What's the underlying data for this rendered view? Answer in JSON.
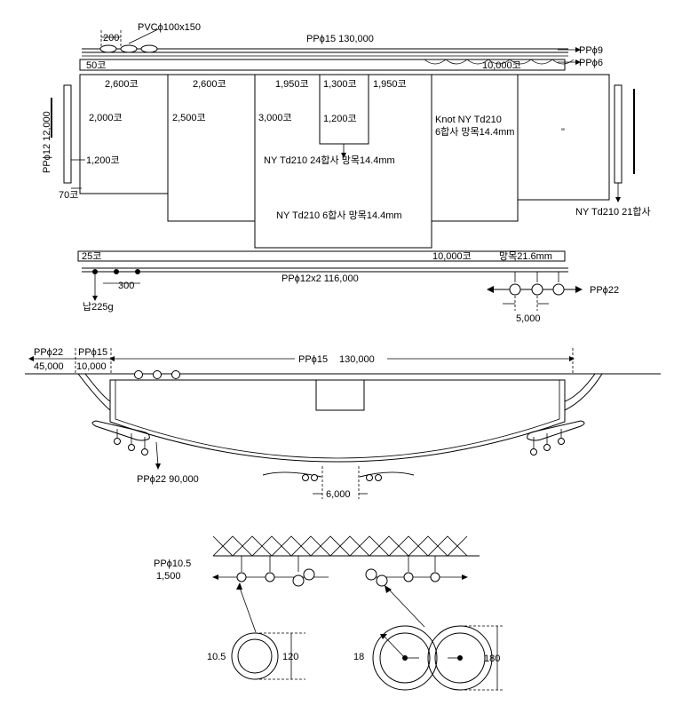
{
  "plan": {
    "float_label": "PVCϕ100x150",
    "float_spacing": "200",
    "headline_label": "PPϕ15   130,000",
    "rope_top": "PPϕ9",
    "rope_bottom": "PPϕ6",
    "selvedge_left": "50코",
    "selvedge_right": "10,000코",
    "side_rope_label": "PPϕ12  12,000",
    "side_left_upper": "2,000코",
    "side_left_lower": "1,200코",
    "side_left_bottom": "70코",
    "wing1_top": "2,600코",
    "wing2_top": "2,600코",
    "wing2_mid": "2,500코",
    "body_top_left": "1,950코",
    "body_top_mid": "1,300코",
    "body_top_right": "1,950코",
    "body_mid_left": "3,000코",
    "bag_label": "1,200코",
    "body_net_spec": "NY Td210  24합사  망목14.4mm",
    "lower_net_spec": "NY Td210  6합사  망목14.4mm",
    "wing_net_spec_line1": "Knot NY Td210",
    "wing_net_spec_line2": "6합사 망목14.4mm",
    "ditto_mark": "\"",
    "right_net_spec": "NY Td210  21합사",
    "foot_selvedge_left": "25코",
    "foot_selvedge_right": "10,000코",
    "foot_mesh": "망목21.6mm",
    "footrope_label": "PPϕ12x2   116,000",
    "sinker_spacing": "300",
    "sinker_weight": "납225g",
    "bridle_label": "PPϕ22",
    "bridle_spacing": "5,000"
  },
  "section": {
    "left_rope_name": "PPϕ22",
    "left_rope_length": "45,000",
    "mid_rope_name": "PPϕ15",
    "mid_rope_length": "10,000",
    "main_rope_label": "PPϕ15",
    "main_rope_length": "130,000",
    "bottom_rope_label": "PPϕ22  90,000",
    "ring_spacing": "6,000"
  },
  "detail": {
    "rope_label": "PPϕ10.5",
    "rope_length": "1,500",
    "ring_small_inner": "10.5",
    "ring_small_outer": "120",
    "ring_large_inner": "18",
    "ring_large_outer": "180"
  }
}
